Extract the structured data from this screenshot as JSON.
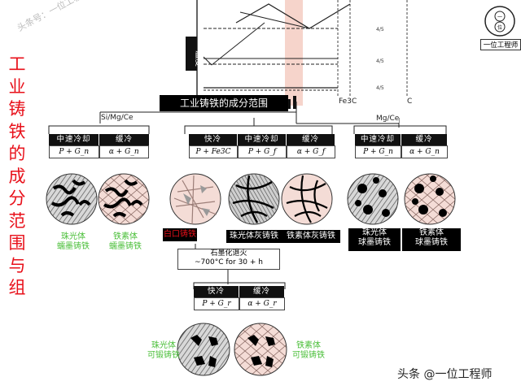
{
  "side_title": [
    "工",
    "业",
    "铸",
    "铁",
    "的",
    "成",
    "分",
    "范",
    "围",
    "与",
    "组"
  ],
  "watermark": "头条号：一位工程师",
  "logo": {
    "text": "一位工程师",
    "inner_a": "一",
    "inner_b": "位"
  },
  "chart": {
    "y_label": "温度",
    "fe3c_label": "Fe3C",
    "c_label": "C",
    "right_marks": [
      "4/5",
      "4/5",
      "4/5"
    ]
  },
  "main_title": "工业铸铁的成分范围",
  "branches": {
    "left": "Si/Mg/Ce",
    "right": "Mg/Ce"
  },
  "groups": {
    "left": {
      "headers": [
        "中速冷却",
        "缓冷"
      ],
      "phases": [
        "P + G_n",
        "α + G_n"
      ]
    },
    "center": {
      "headers": [
        "快冷",
        "中速冷却",
        "缓冷"
      ],
      "phases": [
        "P + Fe3C",
        "P + G_f",
        "α + G_f"
      ]
    },
    "right": {
      "headers": [
        "中速冷却",
        "缓冷"
      ],
      "phases": [
        "P + G_n",
        "α + G_n"
      ]
    },
    "bottom": {
      "headers": [
        "快冷",
        "缓冷"
      ],
      "phases": [
        "P + G_r",
        "α + G_r"
      ]
    }
  },
  "labels": {
    "pearlite_vermicular": [
      "珠光体",
      "蠕墨铸铁"
    ],
    "ferrite_vermicular": [
      "铁素体",
      "蠕墨铸铁"
    ],
    "white_iron": "白口铸铁",
    "pearlite_gray": "珠光体灰铸铁",
    "ferrite_gray": "铁素体灰铸铁",
    "pearlite_nodular": [
      "珠光体",
      "球墨铸铁"
    ],
    "ferrite_nodular": [
      "铁素体",
      "球墨铸铁"
    ],
    "anneal_title": "石墨化退火",
    "anneal_temp": "~700°C for 30 + h",
    "pearlite_malleable": [
      "珠光体",
      "可锻铸铁"
    ],
    "ferrite_malleable": [
      "铁素体",
      "可锻铸铁"
    ]
  },
  "footer": "头条 @一位工程师",
  "colors": {
    "accent_red": "#e8101a",
    "green": "#4bbf3a",
    "pink_band": "#f6d4cb"
  }
}
